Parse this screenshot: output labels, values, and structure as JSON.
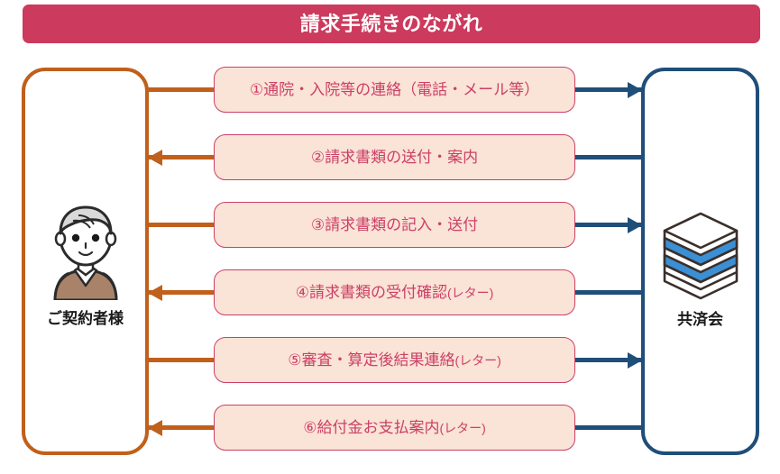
{
  "header": {
    "title": "請求手続きのながれ",
    "bar_color": "#cc3a5d",
    "text_color": "#ffffff"
  },
  "actors": {
    "left": {
      "label": "ご契約者様",
      "icon": "person-elderly-icon",
      "border_color": "#c0601b"
    },
    "right": {
      "label": "共済会",
      "icon": "stacked-layers-building-icon",
      "border_color": "#1f4e79"
    }
  },
  "flow": {
    "box_fill": "#fae3d7",
    "box_border": "#cc4066",
    "box_text_color": "#cc4066",
    "left_arrow_color": "#c0601b",
    "right_arrow_color": "#1f4e79",
    "steps": [
      {
        "number": "①",
        "label": "①通院・入院等の連絡（電話・メール等）",
        "direction": "right",
        "from": "ご契約者様",
        "to": "共済会"
      },
      {
        "number": "②",
        "label": "②請求書類の送付・案内",
        "direction": "left",
        "from": "共済会",
        "to": "ご契約者様"
      },
      {
        "number": "③",
        "label": "③請求書類の記入・送付",
        "direction": "right",
        "from": "ご契約者様",
        "to": "共済会"
      },
      {
        "number": "④",
        "label": "④請求書類の受付確認(レター)",
        "direction": "left",
        "from": "共済会",
        "to": "ご契約者様"
      },
      {
        "number": "⑤",
        "label": "⑤審査・算定後結果連絡(レター)",
        "direction": "right",
        "from": "ご契約者様",
        "to": "共済会"
      },
      {
        "number": "⑥",
        "label": "⑥給付金お支払案内(レター)",
        "direction": "left",
        "from": "共済会",
        "to": "ご契約者様"
      }
    ]
  }
}
